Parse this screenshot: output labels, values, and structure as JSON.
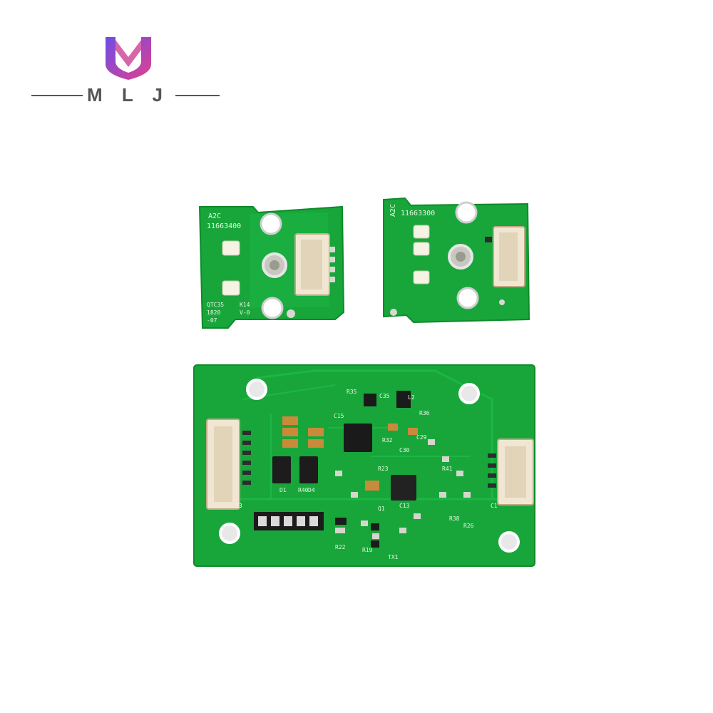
{
  "brand": {
    "name": "M L J",
    "accent": "#7b3fe4",
    "accent2": "#e0408f"
  },
  "boards": {
    "left": {
      "id": "A2C",
      "part": "11663400",
      "code1": "QTC35",
      "code2": "1820",
      "code3": "-07",
      "code4": "K14",
      "code5": "V-0"
    },
    "right": {
      "id": "A2C",
      "part": "11663300"
    },
    "main": {
      "labels": [
        "R35",
        "C35",
        "L2",
        "R36",
        "C30",
        "C15",
        "R32",
        "C29",
        "D1",
        "R40",
        "D4",
        "R23",
        "R19",
        "TX1",
        "R26",
        "R22",
        "C13",
        "Q1",
        "J3",
        "R38",
        "R41",
        "C1"
      ]
    }
  },
  "colors": {
    "pcb": "#17a53a",
    "pcb_dark": "#108a2c",
    "trace": "#1bb843",
    "pad": "#d8d8d0",
    "connector": "#f0e6d2"
  }
}
